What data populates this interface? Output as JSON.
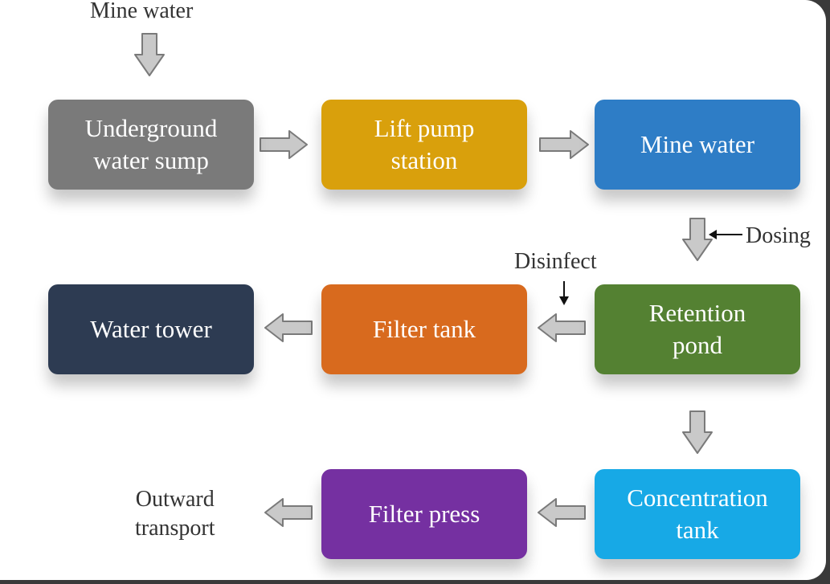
{
  "title": "",
  "colors": {
    "gray": "#7a7a7a",
    "gold": "#d9a00c",
    "blue": "#2e7dc6",
    "green": "#548132",
    "orange": "#d86a1e",
    "navy": "#2d3b52",
    "cyan": "#17a9e6",
    "purple": "#7530a1",
    "arrow_fill": "#c9c9c9",
    "arrow_stroke": "#7a7a7a"
  },
  "nodes": {
    "underground_sump": "Underground\nwater sump",
    "lift_pump_station": "Lift pump\nstation",
    "mine_water_box": "Mine water",
    "retention_pond": "Retention\npond",
    "filter_tank": "Filter tank",
    "water_tower": "Water tower",
    "concentration_tank": "Concentration\ntank",
    "filter_press": "Filter press"
  },
  "labels": {
    "mine_water_input": "Mine water",
    "dosing": "Dosing",
    "disinfect": "Disinfect",
    "outward_transport": "Outward\ntransport"
  }
}
